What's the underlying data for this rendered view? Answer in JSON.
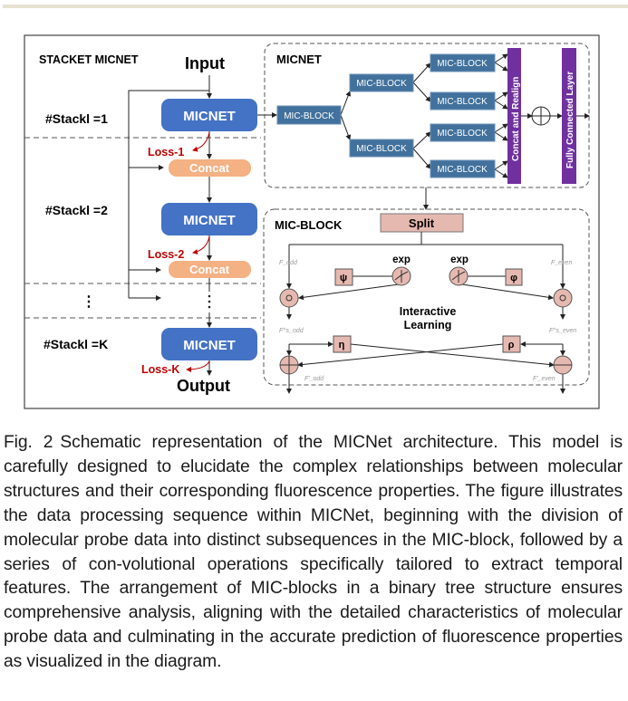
{
  "figure": {
    "stack_title": "STACKET MICNET",
    "input_label": "Input",
    "output_label": "Output",
    "micnet_label": "MICNET",
    "concat_label": "Concat",
    "stacks": [
      "#Stackl =1",
      "#Stackl =2",
      "⋮",
      "#Stackl =K"
    ],
    "losses": [
      "Loss-1",
      "Loss-2",
      "Loss-K"
    ],
    "micnet_panel": {
      "title": "MICNET",
      "block_label": "MIC-BLOCK",
      "concat_realign": "Concat and Realign",
      "fully_connected": "Fully Connected Layer"
    },
    "micblock_panel": {
      "title": "MIC-BLOCK",
      "split": "Split",
      "exp": "exp",
      "psi": "ψ",
      "phi": "φ",
      "eta": "η",
      "rho": "ρ",
      "interactive": "Interactive",
      "learning": "Learning",
      "f_odd": "F_odd",
      "f_even": "F_even",
      "fs_odd": "F^s_odd",
      "fs_even": "F^s_even",
      "fp_odd": "F'_odd",
      "fp_even": "F'_even"
    },
    "colors": {
      "micnet": "#4472c4",
      "concat": "#f4b183",
      "micblock": "#41719c",
      "purple": "#7030a0",
      "pink": "#e6b9b0",
      "loss": "#c00000"
    }
  },
  "caption": {
    "label": "Fig. 2",
    "text": "Schematic representation of the MICNet architecture. This model is carefully designed to elucidate the complex relationships between molecular structures and their corresponding fluorescence properties. The figure illustrates the data processing sequence within MICNet, beginning with the division of molecular probe data into distinct subsequences in the MIC-block, followed by a series of con-volutional operations specifically tailored to extract temporal features. The arrangement of MIC-blocks in a binary tree structure ensures comprehensive analysis, aligning with the detailed characteristics of molecular probe data and culminating in the accurate prediction of fluorescence properties as visualized in the diagram."
  }
}
